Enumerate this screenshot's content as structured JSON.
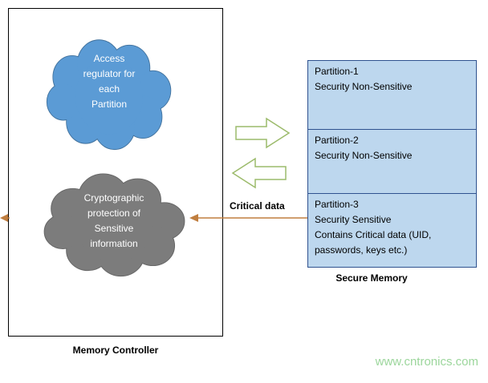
{
  "colors": {
    "access_cloud_fill": "#5B9BD5",
    "access_cloud_outline": "#41719C",
    "crypto_cloud_fill": "#7C7C7C",
    "crypto_cloud_outline": "#666666",
    "partition_fill": "#BDD7EE",
    "partition_border": "#2F528F",
    "flow_arrow_outline": "#9CBB6B",
    "critical_arrow": "#C07E3F",
    "watermark_green": "#9CD69C"
  },
  "memory_controller": {
    "label": "Memory Controller",
    "access_cloud": {
      "text": "Access\nregulator for\neach\nPartition"
    },
    "crypto_cloud": {
      "text": "Cryptographic\nprotection of\nSensitive\ninformation"
    }
  },
  "secure_memory": {
    "label": "Secure Memory",
    "partitions": [
      {
        "title": "Partition-1",
        "lines": [
          "Security Non-Sensitive"
        ]
      },
      {
        "title": "Partition-2",
        "lines": [
          "Security Non-Sensitive"
        ]
      },
      {
        "title": "Partition-3",
        "lines": [
          "Security Sensitive",
          "Contains Critical data (UID,",
          "passwords, keys etc.)"
        ]
      }
    ]
  },
  "critical_data": {
    "label": "Critical data"
  },
  "watermark": {
    "text": "www.cntronics.com"
  }
}
